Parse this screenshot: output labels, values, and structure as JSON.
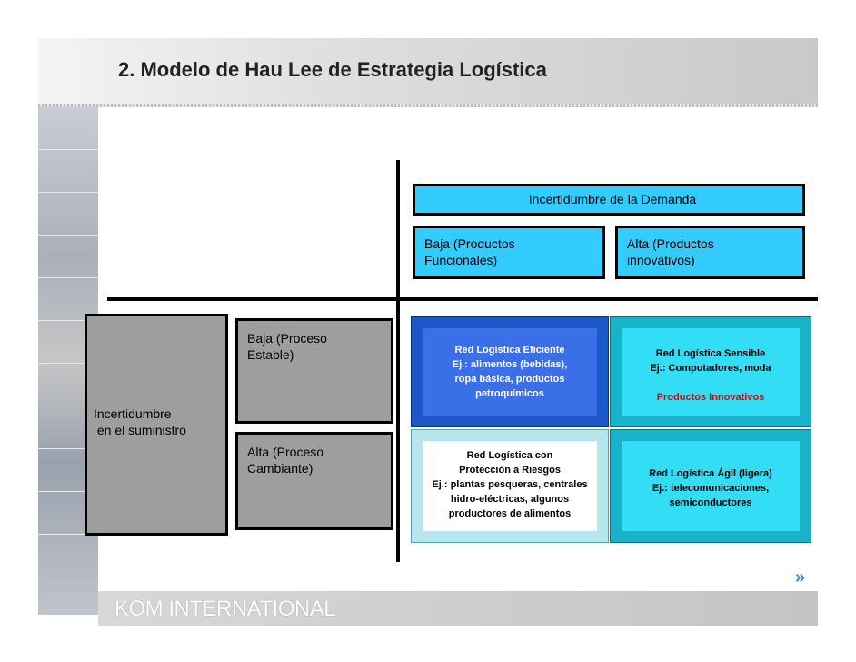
{
  "slide": {
    "title": "2. Modelo de Hau Lee de Estrategia Logística",
    "logo": "KOM INTERNATIONAL",
    "next_arrows": "»"
  },
  "matrix": {
    "demand_header": "Incertidumbre de la Demanda",
    "demand_low": [
      "Baja (Productos",
      "Funcionales)"
    ],
    "demand_high": [
      "Alta (Productos",
      "innovativos)"
    ],
    "supply_label": [
      "Incertidumbre",
      " en el suministro"
    ],
    "process_low": [
      "Baja (Proceso",
      "Estable)"
    ],
    "process_high": [
      "Alta (Proceso",
      "Cambiante)"
    ],
    "quadrants": {
      "efficient": [
        "Red Logística Eficiente",
        "Ej.: alimentos (bebidas),",
        "ropa básica, productos",
        "petroquímicos"
      ],
      "sensitive": [
        "Red Logística Sensible",
        "Ej.: Computadores, moda"
      ],
      "sensitive_note": "Productos Innovativos",
      "risk": [
        "Red Logística con",
        "Protección a Riesgos",
        "Ej.: plantas pesqueras, centrales",
        "hidro-eléctricas, algunos",
        "productores de alimentos"
      ],
      "agile": [
        "Red Logística Ágil (ligera)",
        "Ej.: telecomunicaciones,",
        "semiconductores"
      ]
    }
  },
  "colors": {
    "demand_fill": "#33ccff",
    "process_fill": "#9e9e9e",
    "efficient": "#3b6fe8",
    "sensitive": "#33ddf5",
    "note_red": "#c01010"
  }
}
